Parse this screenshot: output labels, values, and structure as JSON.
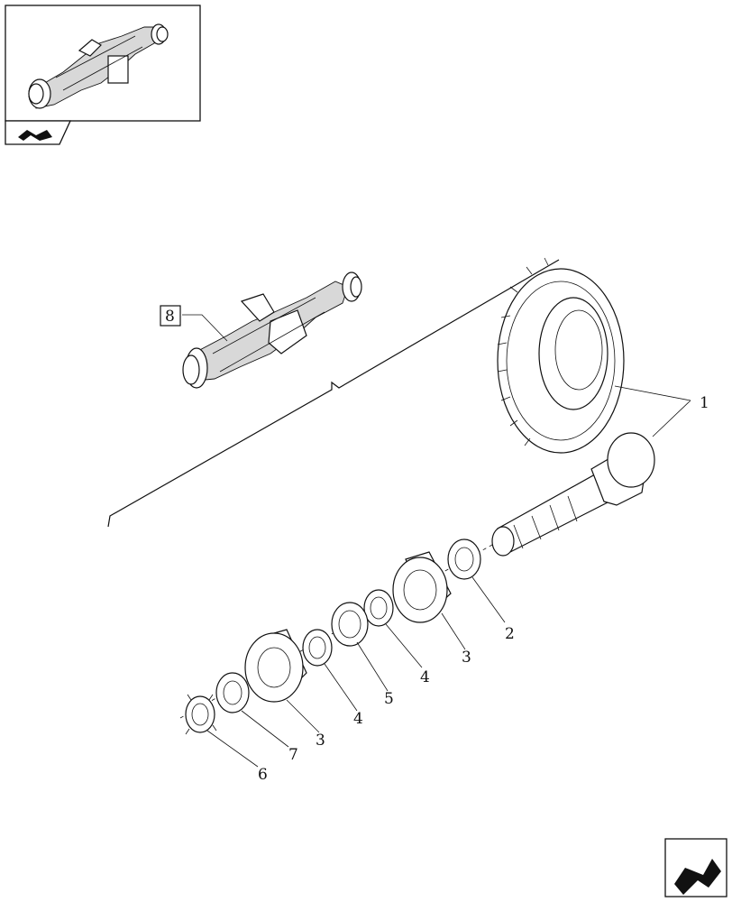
{
  "callouts": {
    "ring_pinion_gear": "1",
    "shim_2": "2",
    "bearing_outer": "3",
    "bearing_inner": "3",
    "shim_outer": "4",
    "shim_inner": "4",
    "spacer": "5",
    "ring_nut": "6",
    "washer": "7",
    "axle_assembly": "8"
  }
}
